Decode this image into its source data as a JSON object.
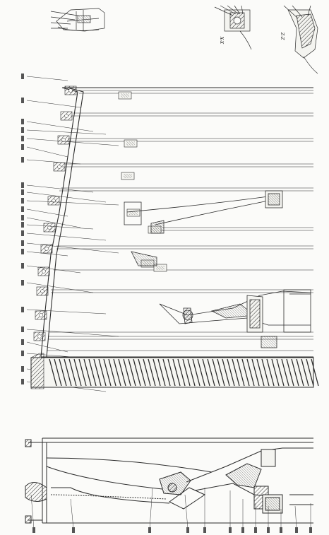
{
  "sections": [
    {
      "id": "view-x",
      "label": "X-X"
    },
    {
      "id": "view-z",
      "label": "Z-Z"
    }
  ],
  "style": {
    "ink": "#2b2b2b",
    "paper": "#fbfbf9",
    "hatch": "#3a3a3a"
  }
}
